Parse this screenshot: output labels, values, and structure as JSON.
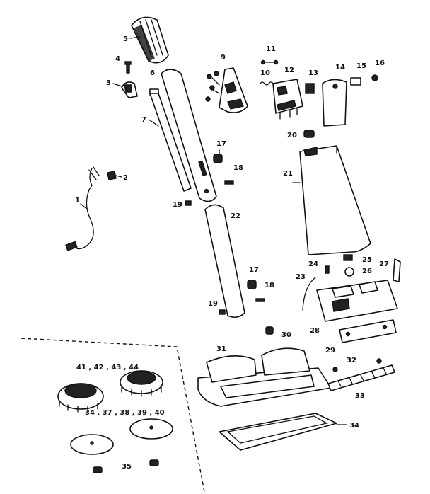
{
  "labels": {
    "l1": "1",
    "l2": "2",
    "l3": "3",
    "l4": "4",
    "l5": "5",
    "l6": "6",
    "l7": "7",
    "l9": "9",
    "l10": "10",
    "l11": "11",
    "l12": "12",
    "l13": "13",
    "l14": "14",
    "l15": "15",
    "l16": "16",
    "l17a": "17",
    "l18a": "18",
    "l19a": "19",
    "l20": "20",
    "l21": "21",
    "l22": "22",
    "l17b": "17",
    "l18b": "18",
    "l19b": "19",
    "l23": "23",
    "l24": "24",
    "l25": "25",
    "l26": "26",
    "l27": "27",
    "l28": "28",
    "l29": "29",
    "l30": "30",
    "l31": "31",
    "l32": "32",
    "l33": "33",
    "l34": "34",
    "l35": "35",
    "g_brush_a": "41 , 42 , 43 , 44",
    "g_pads": "34 , 37 , 38 , 39 , 40"
  }
}
